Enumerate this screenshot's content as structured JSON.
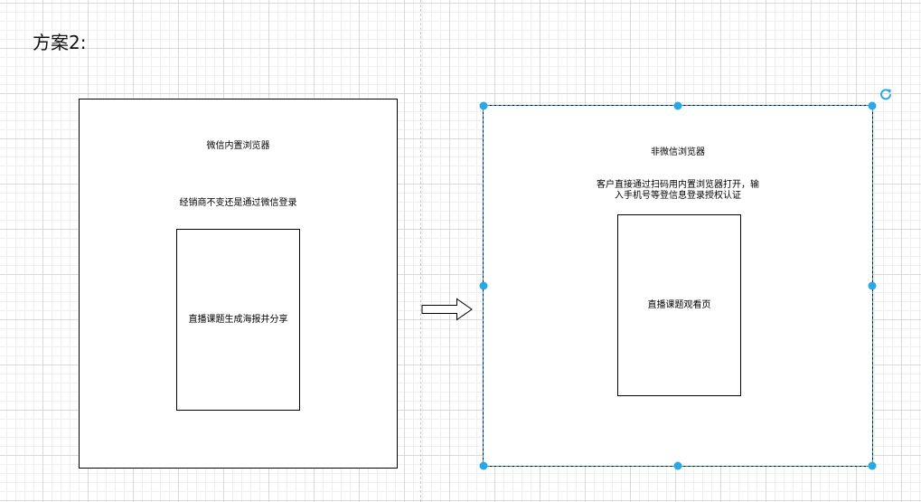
{
  "page": {
    "title": "方案2:"
  },
  "left_panel": {
    "title": "微信内置浏览器",
    "subtitle": "经销商不变还是通过微信登录",
    "inner_box_label": "直播课题生成海报并分享"
  },
  "right_panel": {
    "title": "非微信浏览器",
    "description_line1": "客户直接通过扫码用内置浏览器打开，输",
    "description_line2": "入手机号等登信息登录授权认证",
    "inner_box_label": "直播课题观看页"
  },
  "colors": {
    "selection": "#2a8fd8",
    "handle": "#29a8e8"
  },
  "icons": {
    "connector": "arrow-right-icon",
    "rotate": "rotate-handle-icon"
  }
}
